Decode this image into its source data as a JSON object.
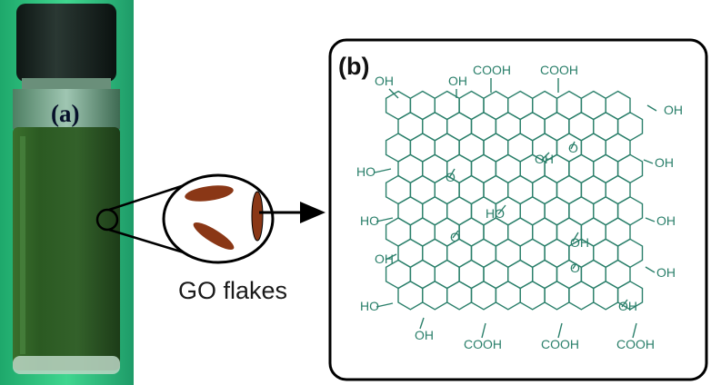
{
  "panel_a": {
    "label": "(a)"
  },
  "caption": "GO flakes",
  "panel_b": {
    "label": "(b)"
  },
  "groups": {
    "cooh": "COOH",
    "oh": "OH",
    "ho": "HO",
    "o": "O"
  },
  "colors": {
    "structure": "#2a7f6a",
    "flake": "#8a3716",
    "vial_liquid": "#2c5d2a",
    "vial_cap": "#17221e",
    "background_glow": "#3fd68f"
  }
}
